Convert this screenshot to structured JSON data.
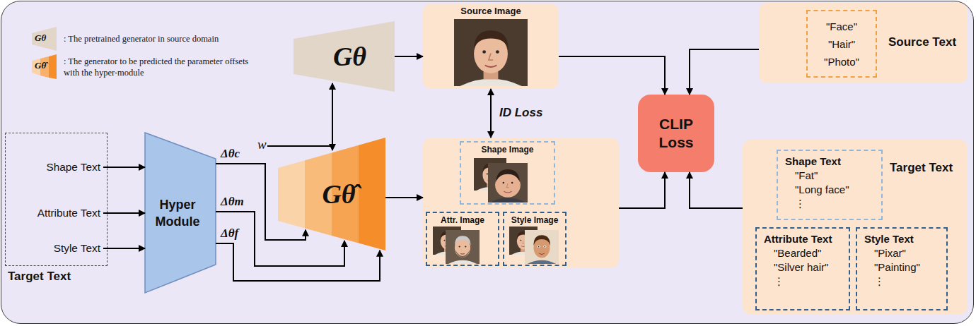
{
  "diagram": {
    "nodes": [
      {
        "text": [
          "Gθ"
        ]
      },
      {
        "text": [
          "Source Image"
        ]
      },
      {
        "text": [
          "Source Text"
        ]
      },
      {
        "text": [
          "\"Face\"",
          "\"Hair\"",
          "\"Photo\""
        ],
        "in": 2
      },
      {
        "text": [
          "CLIP Loss"
        ]
      },
      {
        "text": [
          "Target Text"
        ]
      },
      {
        "text": [
          "Shape Text"
        ],
        "in": 5
      },
      {
        "text": [
          "Attribute Text"
        ],
        "in": 5
      },
      {
        "text": [
          "Style Text"
        ],
        "in": 5
      },
      {
        "text": [
          "Hyper Module"
        ]
      },
      {
        "text": [
          "Gθ̂"
        ]
      },
      {
        "text": []
      },
      {
        "text": [
          "Shape Image"
        ],
        "in": 11
      },
      {
        "text": [
          "Attr. Image"
        ],
        "in": 11
      },
      {
        "text": [
          "Style Image"
        ],
        "in": 11
      },
      {
        "text": [
          "Target Text"
        ]
      },
      {
        "text": [
          "Shape Text",
          "\"Fat\"",
          "\"Long face\"",
          "⋮"
        ],
        "in": 15
      },
      {
        "text": [
          "Attribute Text",
          "\"Bearded\"",
          "\"Silver hair\"",
          "⋮"
        ],
        "in": 15
      },
      {
        "text": [
          "Style Text",
          "\"Pixar\"",
          "\"Painting\"",
          "⋮"
        ],
        "in": 15
      }
    ],
    "edges": [
      {
        "from": 6,
        "to": 9,
        "arrow": "to"
      },
      {
        "from": 7,
        "to": 9,
        "arrow": "to"
      },
      {
        "from": 8,
        "to": 9,
        "arrow": "to"
      },
      {
        "from": 9,
        "to": 10,
        "label": "Δθc",
        "arrow": "to"
      },
      {
        "from": 9,
        "to": 10,
        "label": "Δθm",
        "arrow": "to"
      },
      {
        "from": 9,
        "to": 10,
        "label": "Δθf",
        "arrow": "to"
      },
      {
        "from": 0,
        "to": 1,
        "arrow": "to"
      },
      {
        "from": 10,
        "to": 11,
        "arrow": "to"
      },
      {
        "from": 1,
        "to": 11,
        "label": "ID Loss",
        "arrow": "both"
      },
      {
        "from": 1,
        "to": 4,
        "arrow": "to"
      },
      {
        "from": 2,
        "to": 4,
        "arrow": "to"
      },
      {
        "from": 11,
        "to": 4,
        "arrow": "to"
      },
      {
        "from": 15,
        "to": 4,
        "arrow": "to"
      }
    ],
    "labels": [
      "Gθ",
      "Gθ̂",
      "w"
    ],
    "legend": [
      {
        "text": ": The pretrained generator in source domain"
      },
      {
        "text": ": The generator to be predicted the parameter offsets with the hyper-module"
      }
    ]
  }
}
